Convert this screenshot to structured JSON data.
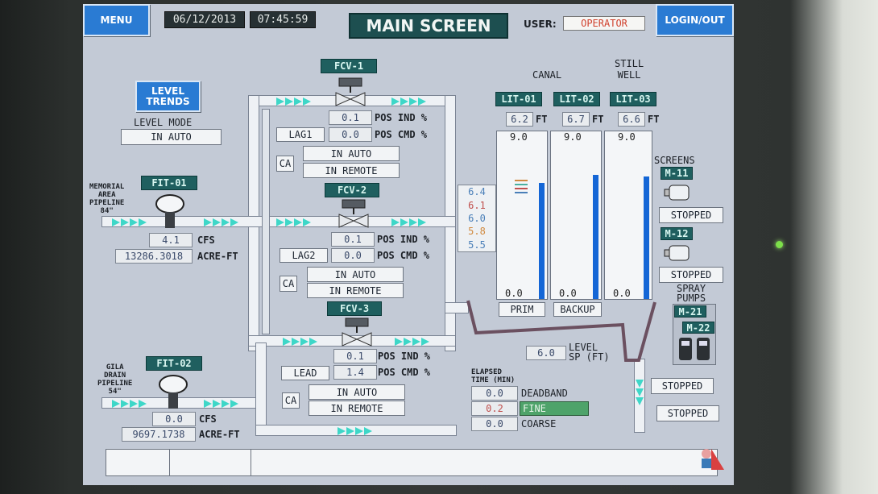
{
  "header": {
    "menu": "MENU",
    "date": "06/12/2013",
    "time": "07:45:59",
    "title": "MAIN SCREEN",
    "user_label": "USER:",
    "user": "OPERATOR",
    "login": "LOGIN/OUT"
  },
  "left": {
    "level_trends": "LEVEL\nTRENDS",
    "level_mode_label": "LEVEL MODE",
    "level_mode": "IN AUTO"
  },
  "fit01": {
    "tag": "FIT-01",
    "name": "MEMORIAL\nAREA\nPIPELINE\n84\"",
    "flow": "4.1",
    "flow_unit": "CFS",
    "total": "13286.3018",
    "total_unit": "ACRE-FT"
  },
  "fit02": {
    "tag": "FIT-02",
    "name": "GILA\nDRAIN\nPIPELINE\n54\"",
    "flow": "0.0",
    "flow_unit": "CFS",
    "total": "9697.1738",
    "total_unit": "ACRE-FT"
  },
  "fcv1": {
    "tag": "FCV-1",
    "pos_ind": "0.1",
    "pos_cmd": "0.0",
    "pos_ind_label": "POS IND %",
    "pos_cmd_label": "POS CMD %",
    "lag": "LAG1",
    "ca": "CA",
    "mode1": "IN AUTO",
    "mode2": "IN REMOTE"
  },
  "fcv2": {
    "tag": "FCV-2",
    "pos_ind": "0.1",
    "pos_cmd": "0.0",
    "pos_ind_label": "POS IND %",
    "pos_cmd_label": "POS CMD %",
    "lag": "LAG2",
    "ca": "CA",
    "mode1": "IN AUTO",
    "mode2": "IN REMOTE"
  },
  "fcv3": {
    "tag": "FCV-3",
    "pos_ind": "0.1",
    "pos_cmd": "1.4",
    "pos_ind_label": "POS IND %",
    "pos_cmd_label": "POS CMD %",
    "lag": "LEAD",
    "ca": "CA",
    "mode1": "IN AUTO",
    "mode2": "IN REMOTE"
  },
  "setpoints": [
    {
      "value": "6.4",
      "color": "#4a7fb8"
    },
    {
      "value": "6.1",
      "color": "#c0504d"
    },
    {
      "value": "6.0",
      "color": "#4a7fb8"
    },
    {
      "value": "5.8",
      "color": "#d08a40"
    },
    {
      "value": "5.5",
      "color": "#4a7fb8"
    }
  ],
  "tanks": {
    "canal": "CANAL",
    "still_well": "STILL\nWELL",
    "lit01": {
      "tag": "LIT-01",
      "value": "6.2",
      "unit": "FT",
      "max": "9.0",
      "min": "0.0",
      "label": "PRIM",
      "level_fraction": 0.69
    },
    "lit02": {
      "tag": "LIT-02",
      "value": "6.7",
      "unit": "FT",
      "max": "9.0",
      "min": "0.0",
      "label": "BACKUP",
      "level_fraction": 0.74
    },
    "lit03": {
      "tag": "LIT-03",
      "value": "6.6",
      "unit": "FT",
      "max": "9.0",
      "min": "0.0",
      "level_fraction": 0.73
    }
  },
  "screens": {
    "title": "SCREENS",
    "m11": "M-11",
    "m11_status": "STOPPED",
    "m12": "M-12",
    "m12_status": "STOPPED"
  },
  "spray": {
    "title": "SPRAY\nPUMPS",
    "m21": "M-21",
    "m22": "M-22",
    "m21_status": "STOPPED",
    "m22_status": "STOPPED"
  },
  "level_sp": {
    "value": "6.0",
    "label": "LEVEL\nSP (FT)"
  },
  "elapsed": {
    "title": "ELAPSED\nTIME (MIN)",
    "deadband": "0.0",
    "deadband_label": "DEADBAND",
    "fine": "0.2",
    "fine_label": "FINE",
    "coarse": "0.0",
    "coarse_label": "COARSE"
  }
}
